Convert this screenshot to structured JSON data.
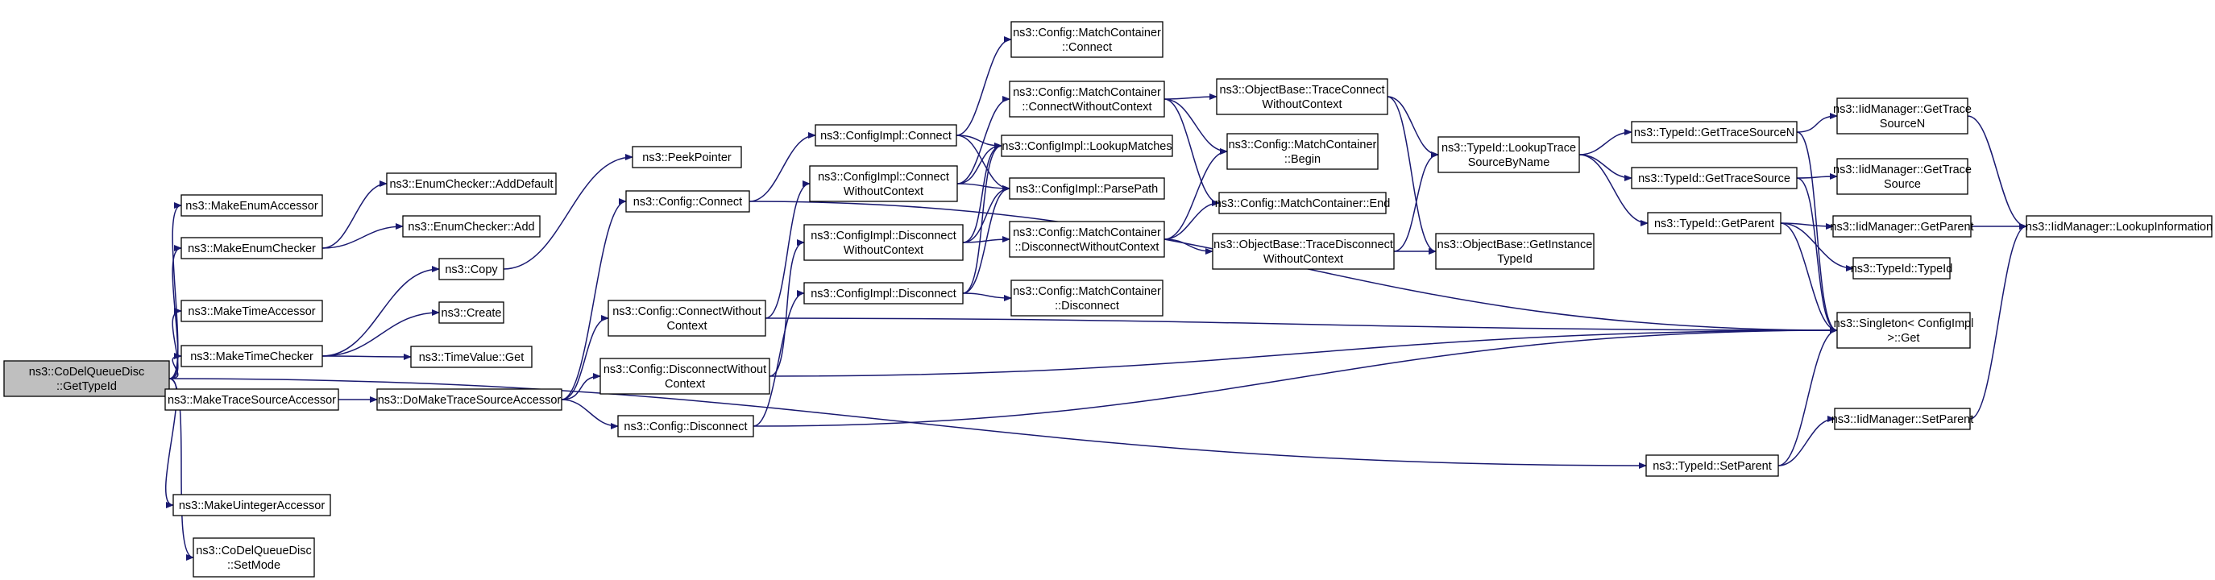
{
  "graph": {
    "title": "",
    "root_fill": "#bfbfbf",
    "node_fill": "#ffffff",
    "edge_color": "#191970",
    "nodes": [
      {
        "id": "root",
        "lines": [
          "ns3::CoDelQueueDisc",
          "::GetTypeId"
        ],
        "root": true
      },
      {
        "id": "makeEnumAccessor",
        "lines": [
          "ns3::MakeEnumAccessor"
        ]
      },
      {
        "id": "makeEnumChecker",
        "lines": [
          "ns3::MakeEnumChecker"
        ]
      },
      {
        "id": "makeTimeAccessor",
        "lines": [
          "ns3::MakeTimeAccessor"
        ]
      },
      {
        "id": "makeTimeChecker",
        "lines": [
          "ns3::MakeTimeChecker"
        ]
      },
      {
        "id": "makeTraceSourceAccessor",
        "lines": [
          "ns3::MakeTraceSourceAccessor"
        ]
      },
      {
        "id": "makeUintegerAccessor",
        "lines": [
          "ns3::MakeUintegerAccessor"
        ]
      },
      {
        "id": "setMode",
        "lines": [
          "ns3::CoDelQueueDisc",
          "::SetMode"
        ]
      },
      {
        "id": "enumAddDefault",
        "lines": [
          "ns3::EnumChecker::AddDefault"
        ]
      },
      {
        "id": "enumAdd",
        "lines": [
          "ns3::EnumChecker::Add"
        ]
      },
      {
        "id": "copy",
        "lines": [
          "ns3::Copy"
        ]
      },
      {
        "id": "create",
        "lines": [
          "ns3::Create"
        ]
      },
      {
        "id": "timeValueGet",
        "lines": [
          "ns3::TimeValue::Get"
        ]
      },
      {
        "id": "doMakeTSA",
        "lines": [
          "ns3::DoMakeTraceSourceAccessor"
        ]
      },
      {
        "id": "peekPointer",
        "lines": [
          "ns3::PeekPointer"
        ]
      },
      {
        "id": "configConnect",
        "lines": [
          "ns3::Config::Connect"
        ]
      },
      {
        "id": "configConnectWC",
        "lines": [
          "ns3::Config::ConnectWithout",
          "Context"
        ]
      },
      {
        "id": "configDisconnectWC",
        "lines": [
          "ns3::Config::DisconnectWithout",
          "Context"
        ]
      },
      {
        "id": "configDisconnect",
        "lines": [
          "ns3::Config::Disconnect"
        ]
      },
      {
        "id": "implConnect",
        "lines": [
          "ns3::ConfigImpl::Connect"
        ]
      },
      {
        "id": "implConnectWC",
        "lines": [
          "ns3::ConfigImpl::Connect",
          "WithoutContext"
        ]
      },
      {
        "id": "implDisconnectWC",
        "lines": [
          "ns3::ConfigImpl::Disconnect",
          "WithoutContext"
        ]
      },
      {
        "id": "implDisconnect",
        "lines": [
          "ns3::ConfigImpl::Disconnect"
        ]
      },
      {
        "id": "mcConnect",
        "lines": [
          "ns3::Config::MatchContainer",
          "::Connect"
        ]
      },
      {
        "id": "mcConnectWC",
        "lines": [
          "ns3::Config::MatchContainer",
          "::ConnectWithoutContext"
        ]
      },
      {
        "id": "lookupMatches",
        "lines": [
          "ns3::ConfigImpl::LookupMatches"
        ]
      },
      {
        "id": "parsePath",
        "lines": [
          "ns3::ConfigImpl::ParsePath"
        ]
      },
      {
        "id": "mcDisconnectWC",
        "lines": [
          "ns3::Config::MatchContainer",
          "::DisconnectWithoutContext"
        ]
      },
      {
        "id": "mcDisconnect",
        "lines": [
          "ns3::Config::MatchContainer",
          "::Disconnect"
        ]
      },
      {
        "id": "obTraceConnectWC",
        "lines": [
          "ns3::ObjectBase::TraceConnect",
          "WithoutContext"
        ]
      },
      {
        "id": "mcBegin",
        "lines": [
          "ns3::Config::MatchContainer",
          "::Begin"
        ]
      },
      {
        "id": "mcEnd",
        "lines": [
          "ns3::Config::MatchContainer::End"
        ]
      },
      {
        "id": "obTraceDisconnectWC",
        "lines": [
          "ns3::ObjectBase::TraceDisconnect",
          "WithoutContext"
        ]
      },
      {
        "id": "obGetInstanceTypeId",
        "lines": [
          "ns3::ObjectBase::GetInstance",
          "TypeId"
        ]
      },
      {
        "id": "lookupTraceSourceByName",
        "lines": [
          "ns3::TypeId::LookupTrace",
          "SourceByName"
        ]
      },
      {
        "id": "getTraceSourceN",
        "lines": [
          "ns3::TypeId::GetTraceSourceN"
        ]
      },
      {
        "id": "getTraceSource",
        "lines": [
          "ns3::TypeId::GetTraceSource"
        ]
      },
      {
        "id": "getParent",
        "lines": [
          "ns3::TypeId::GetParent"
        ]
      },
      {
        "id": "setParent",
        "lines": [
          "ns3::TypeId::SetParent"
        ]
      },
      {
        "id": "iidGetTraceSourceN",
        "lines": [
          "ns3::IidManager::GetTrace",
          "SourceN"
        ]
      },
      {
        "id": "iidGetTraceSource",
        "lines": [
          "ns3::IidManager::GetTrace",
          "Source"
        ]
      },
      {
        "id": "iidGetParent",
        "lines": [
          "ns3::IidManager::GetParent"
        ]
      },
      {
        "id": "typeIdTypeId",
        "lines": [
          "ns3::TypeId::TypeId"
        ]
      },
      {
        "id": "singletonGet",
        "lines": [
          "ns3::Singleton< ConfigImpl",
          " >::Get"
        ]
      },
      {
        "id": "iidSetParent",
        "lines": [
          "ns3::IidManager::SetParent"
        ]
      },
      {
        "id": "iidLookupInformation",
        "lines": [
          "ns3::IidManager::LookupInformation"
        ]
      }
    ],
    "edges": [
      [
        "root",
        "makeEnumAccessor"
      ],
      [
        "root",
        "makeEnumChecker"
      ],
      [
        "root",
        "makeTimeAccessor"
      ],
      [
        "root",
        "makeTimeChecker"
      ],
      [
        "root",
        "makeTraceSourceAccessor"
      ],
      [
        "root",
        "makeUintegerAccessor"
      ],
      [
        "root",
        "setMode"
      ],
      [
        "root",
        "setParent"
      ],
      [
        "makeEnumChecker",
        "enumAddDefault"
      ],
      [
        "makeEnumChecker",
        "enumAdd"
      ],
      [
        "makeTimeChecker",
        "copy"
      ],
      [
        "makeTimeChecker",
        "create"
      ],
      [
        "makeTimeChecker",
        "timeValueGet"
      ],
      [
        "makeTraceSourceAccessor",
        "doMakeTSA"
      ],
      [
        "copy",
        "peekPointer"
      ],
      [
        "doMakeTSA",
        "configConnect"
      ],
      [
        "doMakeTSA",
        "configConnectWC"
      ],
      [
        "doMakeTSA",
        "configDisconnectWC"
      ],
      [
        "doMakeTSA",
        "configDisconnect"
      ],
      [
        "configConnect",
        "implConnect"
      ],
      [
        "configConnect",
        "singletonGet"
      ],
      [
        "configConnectWC",
        "implConnectWC"
      ],
      [
        "configConnectWC",
        "singletonGet"
      ],
      [
        "configDisconnectWC",
        "implDisconnectWC"
      ],
      [
        "configDisconnectWC",
        "singletonGet"
      ],
      [
        "configDisconnect",
        "implDisconnect"
      ],
      [
        "configDisconnect",
        "singletonGet"
      ],
      [
        "implConnect",
        "mcConnect"
      ],
      [
        "implConnect",
        "lookupMatches"
      ],
      [
        "implConnect",
        "parsePath"
      ],
      [
        "implConnectWC",
        "mcConnectWC"
      ],
      [
        "implConnectWC",
        "lookupMatches"
      ],
      [
        "implConnectWC",
        "parsePath"
      ],
      [
        "implDisconnectWC",
        "lookupMatches"
      ],
      [
        "implDisconnectWC",
        "parsePath"
      ],
      [
        "implDisconnectWC",
        "mcDisconnectWC"
      ],
      [
        "implDisconnect",
        "lookupMatches"
      ],
      [
        "implDisconnect",
        "parsePath"
      ],
      [
        "implDisconnect",
        "mcDisconnect"
      ],
      [
        "mcConnectWC",
        "obTraceConnectWC"
      ],
      [
        "mcConnectWC",
        "mcBegin"
      ],
      [
        "mcConnectWC",
        "mcEnd"
      ],
      [
        "mcDisconnectWC",
        "mcBegin"
      ],
      [
        "mcDisconnectWC",
        "mcEnd"
      ],
      [
        "mcDisconnectWC",
        "obTraceDisconnectWC"
      ],
      [
        "obTraceConnectWC",
        "lookupTraceSourceByName"
      ],
      [
        "obTraceConnectWC",
        "obGetInstanceTypeId"
      ],
      [
        "obTraceDisconnectWC",
        "lookupTraceSourceByName"
      ],
      [
        "obTraceDisconnectWC",
        "obGetInstanceTypeId"
      ],
      [
        "lookupTraceSourceByName",
        "getTraceSourceN"
      ],
      [
        "lookupTraceSourceByName",
        "getTraceSource"
      ],
      [
        "lookupTraceSourceByName",
        "getParent"
      ],
      [
        "getTraceSourceN",
        "iidGetTraceSourceN"
      ],
      [
        "getTraceSourceN",
        "singletonGet"
      ],
      [
        "getTraceSource",
        "iidGetTraceSource"
      ],
      [
        "getTraceSource",
        "singletonGet"
      ],
      [
        "getParent",
        "iidGetParent"
      ],
      [
        "getParent",
        "typeIdTypeId"
      ],
      [
        "getParent",
        "singletonGet"
      ],
      [
        "setParent",
        "iidSetParent"
      ],
      [
        "setParent",
        "singletonGet"
      ],
      [
        "iidGetTraceSourceN",
        "iidLookupInformation"
      ],
      [
        "iidGetParent",
        "iidLookupInformation"
      ],
      [
        "iidSetParent",
        "iidLookupInformation"
      ]
    ]
  }
}
